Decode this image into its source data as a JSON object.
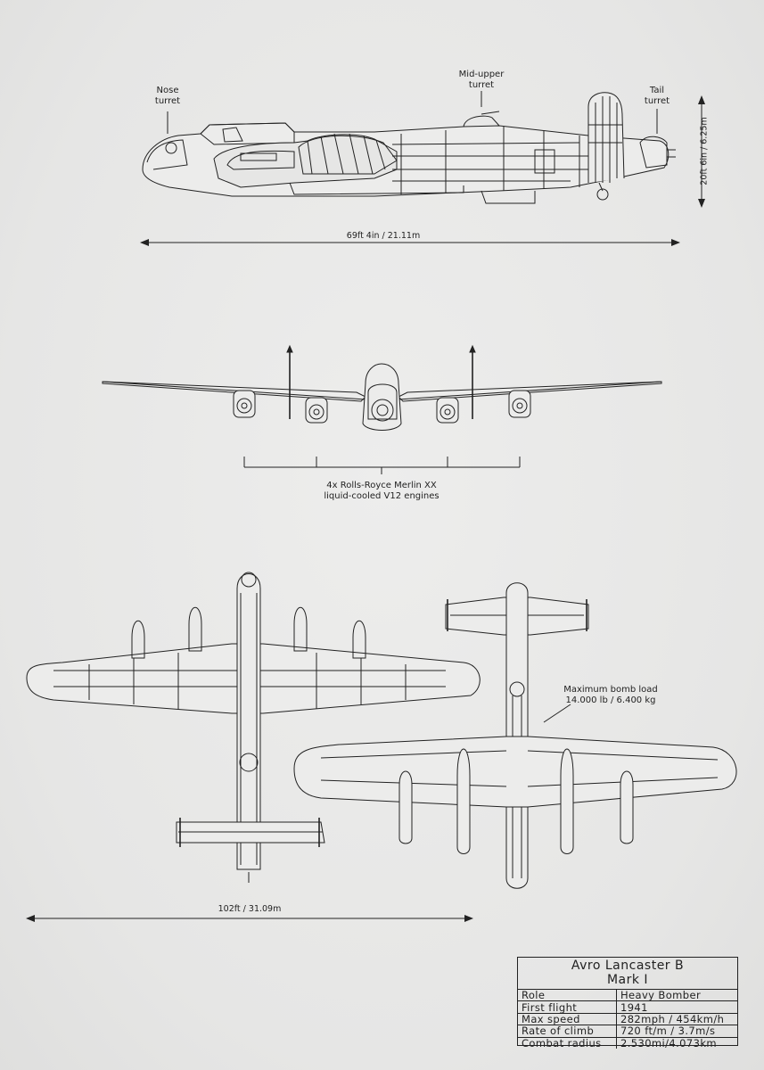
{
  "side_view": {
    "callouts": {
      "nose_turret": "Nose\nturret",
      "mid_upper_turret": "Mid-upper\nturret",
      "tail_turret": "Tail\nturret"
    },
    "length_label": "69ft 4in / 21.11m",
    "height_label": "20ft 6in / 6.25m"
  },
  "front_view": {
    "engines_label_line1": "4x Rolls-Royce Merlin XX",
    "engines_label_line2": "liquid-cooled V12 engines"
  },
  "plan_view": {
    "wingspan_label": "102ft / 31.09m",
    "bomb_load_line1": "Maximum bomb load",
    "bomb_load_line2": "14.000 lb / 6.400 kg"
  },
  "spec_table": {
    "title_line1": "Avro Lancaster B",
    "title_line2": "Mark I",
    "rows": [
      {
        "key": "Role",
        "value": "Heavy Bomber"
      },
      {
        "key": "First flight",
        "value": "1941"
      },
      {
        "key": "Max speed",
        "value": "282mph / 454km/h"
      },
      {
        "key": "Rate of climb",
        "value": "720 ft/m / 3.7m/s"
      },
      {
        "key": "Combat radius",
        "value": "2.530mi/4.073km"
      }
    ]
  }
}
